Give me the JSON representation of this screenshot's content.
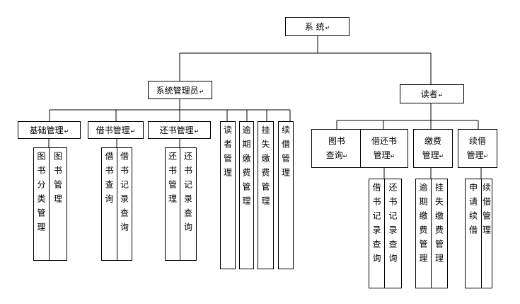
{
  "root": {
    "label": "系 统"
  },
  "admin": {
    "label": "系统管理员",
    "modules": [
      {
        "label": "基础管理",
        "subs": [
          "图书分类管理",
          "图书管理"
        ]
      },
      {
        "label": "借书管理",
        "subs": [
          "借书查询",
          "借书记录查询"
        ]
      },
      {
        "label": "还书管理",
        "subs": [
          "还书管理",
          "还书记录查询"
        ]
      }
    ],
    "leaves": [
      "读者管理",
      "逾期缴费管理",
      "挂失缴费管理",
      "续借管理"
    ]
  },
  "reader": {
    "label": "读者",
    "modules": [
      {
        "label": "图书\n查询",
        "subs": []
      },
      {
        "label": "借还书\n管理",
        "subs": [
          "借书记录查询",
          "还书记录查询"
        ]
      },
      {
        "label": "缴费\n管理",
        "subs": [
          "逾期缴费管理",
          "挂失缴费管理"
        ]
      },
      {
        "label": "续借\n管理",
        "subs": [
          "申请续借",
          "续借管理"
        ]
      }
    ]
  }
}
